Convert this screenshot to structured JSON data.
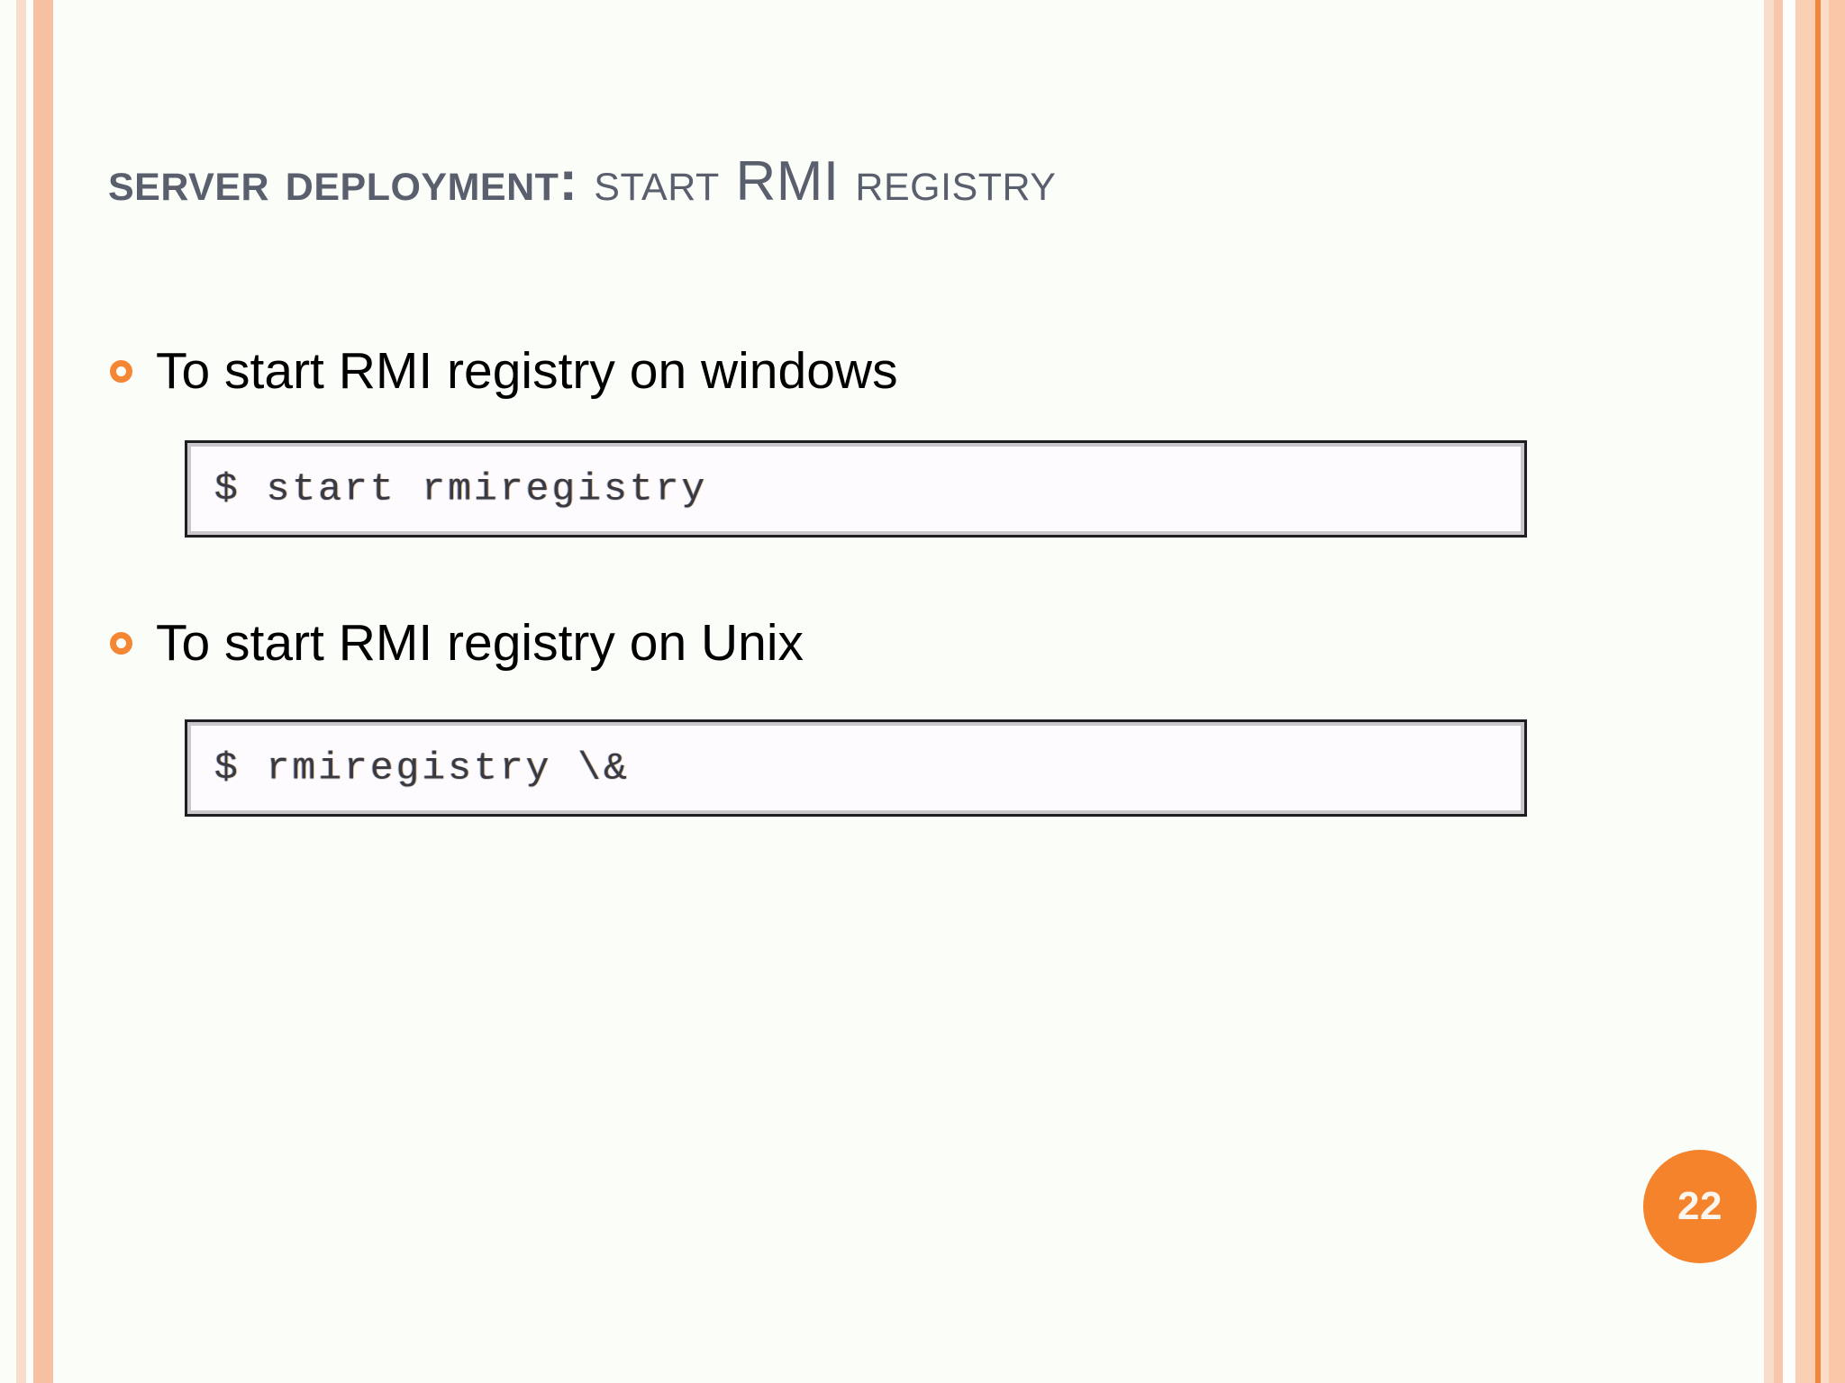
{
  "slide": {
    "background_color": "#fbfdf8",
    "accent_color": "#f5832c",
    "title_color": "#5a5f6e",
    "title": {
      "strong_part": "Server Deployment",
      "separator": ": ",
      "light_part": "Start ",
      "caps_part": "RMI",
      "second_line": "Registry",
      "full_text": "Server Deployment: Start RMI Registry"
    },
    "bullets": [
      {
        "marker": "hollow-circle-bullet",
        "text": "To start RMI registry on windows",
        "code": "$ start rmiregistry"
      },
      {
        "marker": "hollow-circle-bullet",
        "text": "To start RMI registry on Unix",
        "code": "$ rmiregistry \\&"
      }
    ],
    "page_number": "22"
  }
}
